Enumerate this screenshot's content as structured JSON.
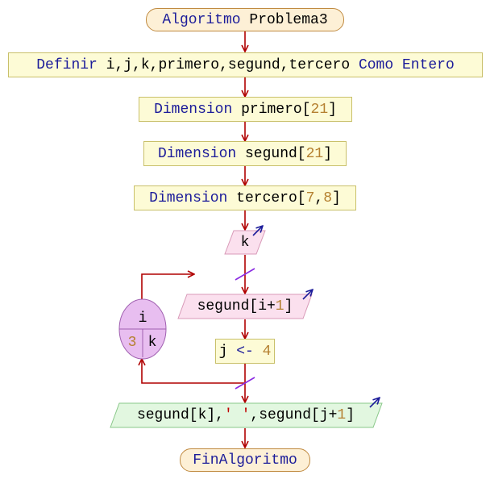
{
  "flowchart": {
    "start": {
      "kw": "Algoritmo",
      "name": "Problema3"
    },
    "define": {
      "kw1": "Definir",
      "vars": "i,j,k,primero,segund,tercero",
      "kw2": "Como Entero"
    },
    "dim1": {
      "kw": "Dimension",
      "name": "primero[",
      "num": "21",
      "close": "]"
    },
    "dim2": {
      "kw": "Dimension",
      "name": "segund[",
      "num": "21",
      "close": "]"
    },
    "dim3": {
      "kw": "Dimension",
      "name": "tercero[",
      "n1": "7",
      "sep": ",",
      "n2": "8",
      "close": "]"
    },
    "read_k": {
      "text": "k"
    },
    "loop": {
      "var": "i",
      "start": "3",
      "end": "k"
    },
    "read_seg": {
      "pre": "segund[i+",
      "num": "1",
      "close": "]"
    },
    "assign": {
      "lhs": "j",
      "op": "<-",
      "num": "4"
    },
    "output": {
      "p1": "segund[k],",
      "str": "' '",
      "p2": ",segund[j+",
      "num": "1",
      "close": "]"
    },
    "end": {
      "kw": "FinAlgoritmo"
    }
  },
  "colors": {
    "arrow": "#b00000",
    "keyword": "#1c1c9a",
    "number": "#b58030",
    "string": "#c00000",
    "terminal_fill": "#fdf0d6",
    "process_fill": "#fdfbd6",
    "input_fill": "#fbe0ee",
    "output_fill": "#e2f7e0",
    "loop_fill": "#e8bef0"
  }
}
